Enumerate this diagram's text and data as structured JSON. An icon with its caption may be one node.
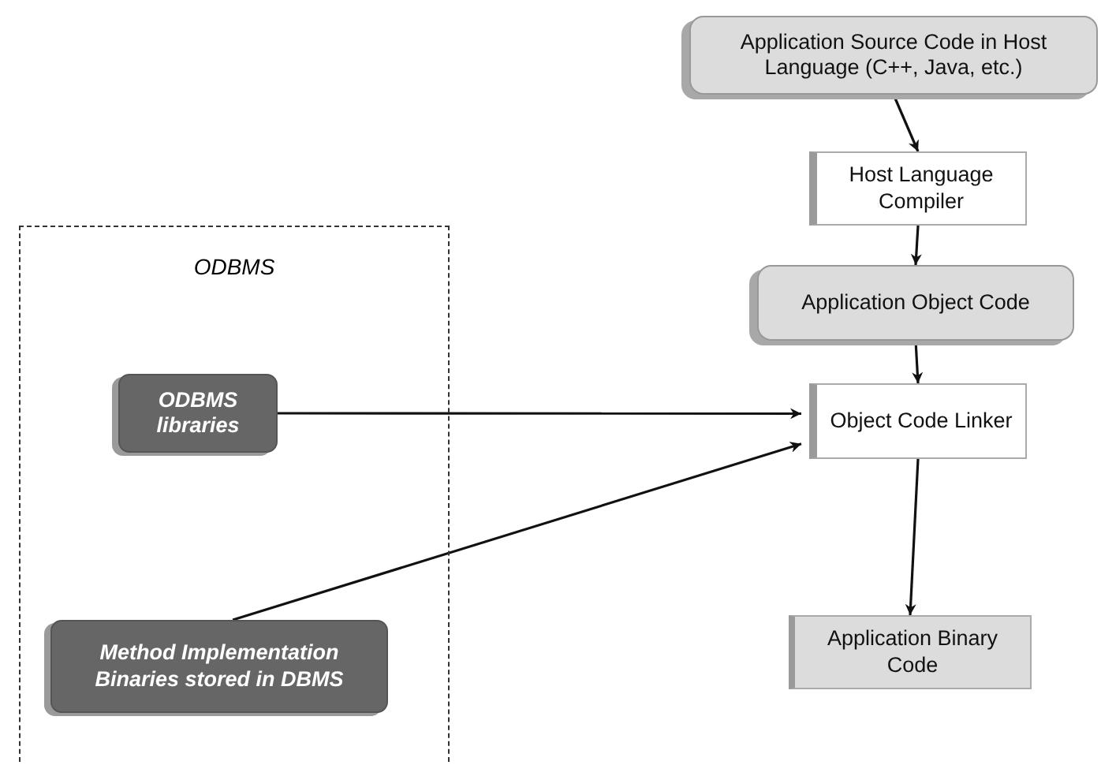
{
  "diagram": {
    "nodes": [
      {
        "text": [
          "ODBMS"
        ]
      },
      {
        "text": [
          "ODBMS libraries"
        ],
        "in": 0
      },
      {
        "text": [
          "Method Implementation Binaries stored in DBMS"
        ],
        "in": 0
      },
      {
        "text": [
          "Application Source Code in Host Language (C++,  Java, etc.)"
        ]
      },
      {
        "text": [
          "Host Language Compiler"
        ]
      },
      {
        "text": [
          "Application Object Code"
        ]
      },
      {
        "text": [
          "Object Code Linker"
        ]
      },
      {
        "text": [
          "Application Binary Code"
        ]
      }
    ],
    "edges": [
      {
        "from": 3,
        "to": 4,
        "arrow": "to"
      },
      {
        "from": 4,
        "to": 5,
        "arrow": "to"
      },
      {
        "from": 5,
        "to": 6,
        "arrow": "to"
      },
      {
        "from": 1,
        "to": 6,
        "arrow": "to"
      },
      {
        "from": 2,
        "to": 6,
        "arrow": "to"
      },
      {
        "from": 6,
        "to": 7,
        "arrow": "to"
      }
    ]
  }
}
